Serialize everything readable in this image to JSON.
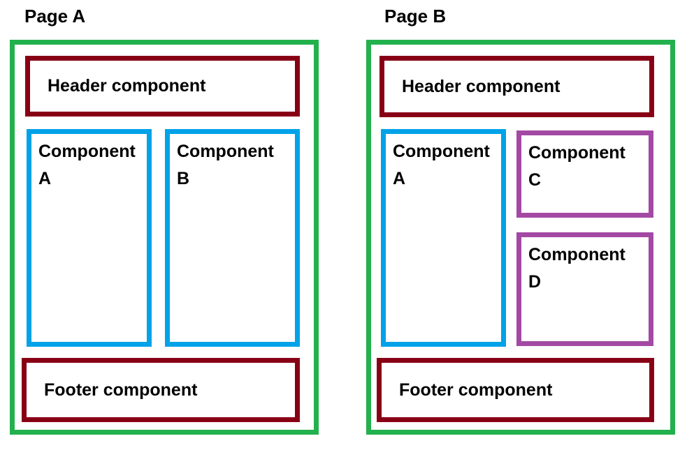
{
  "pages": [
    {
      "id": "page-a",
      "title": "Page A",
      "header_label": "Header component",
      "footer_label": "Footer component",
      "components": [
        {
          "label": "Component A",
          "style": "primary"
        },
        {
          "label": "Component B",
          "style": "primary"
        }
      ]
    },
    {
      "id": "page-b",
      "title": "Page B",
      "header_label": "Header component",
      "footer_label": "Footer component",
      "components": [
        {
          "label": "Component A",
          "style": "primary"
        },
        {
          "label": "Component C",
          "style": "secondary"
        },
        {
          "label": "Component D",
          "style": "secondary"
        }
      ]
    }
  ],
  "colors": {
    "page_frame_border": "#22B14C",
    "header_footer_border": "#880015",
    "component_primary_border": "#00A2E8",
    "component_secondary_border": "#A349A4",
    "label_text": "#000000",
    "background": "#FFFFFF"
  }
}
